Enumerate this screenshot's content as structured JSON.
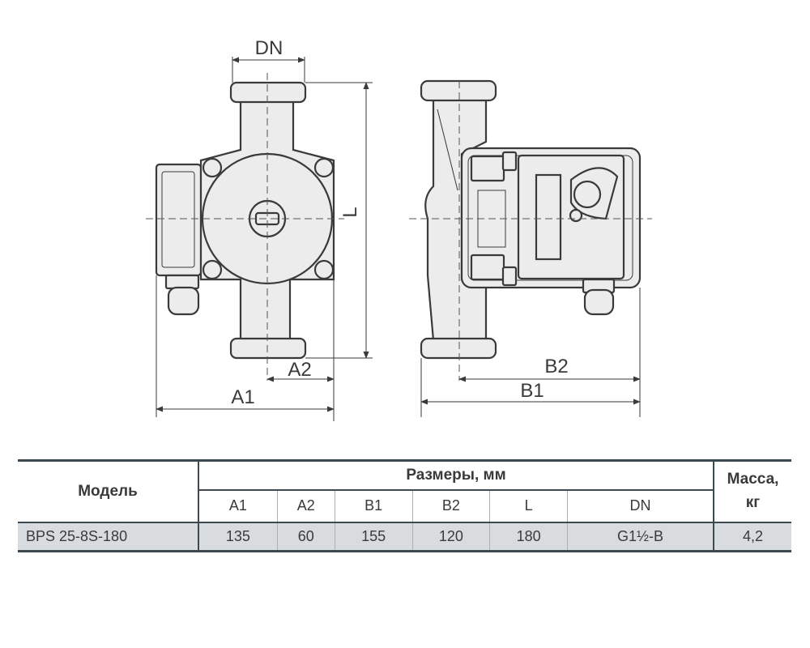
{
  "dimensions": {
    "DN": "DN",
    "L": "L",
    "A1": "A1",
    "A2": "A2",
    "B1": "B1",
    "B2": "B2"
  },
  "table": {
    "model_header": "Модель",
    "dims_header": "Размеры, мм",
    "mass_header_line1": "Масса,",
    "mass_header_line2": "кг",
    "columns": [
      "A1",
      "A2",
      "B1",
      "B2",
      "L",
      "DN"
    ],
    "rows": [
      {
        "model": "BPS 25-8S-180",
        "values": [
          "135",
          "60",
          "155",
          "120",
          "180",
          "G1½-B"
        ],
        "mass": "4,2"
      }
    ]
  }
}
